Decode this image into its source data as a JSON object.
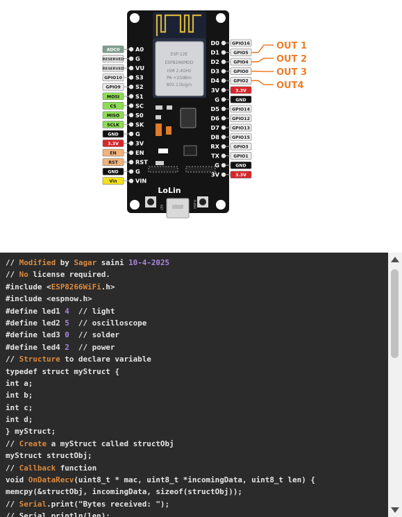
{
  "board": {
    "name": "LoLin",
    "module_text": [
      "ESP-12E",
      "ESP8266MOD",
      "ISM 2.4GHz",
      "PA +25dBm",
      "802.11b/g/n"
    ],
    "left_pins": [
      {
        "pin": "A0",
        "tag": "ADC0",
        "color": "#7f9f8f",
        "text": "#ffffff"
      },
      {
        "pin": "G",
        "tag": "RESERVED",
        "color": "#e8e8e8",
        "text": "#333333"
      },
      {
        "pin": "VU",
        "tag": "RESERVED",
        "color": "#e8e8e8",
        "text": "#333333"
      },
      {
        "pin": "S3",
        "tag": "GPIO10",
        "color": "#ececec",
        "text": "#222222"
      },
      {
        "pin": "S2",
        "tag": "GPIO9",
        "color": "#ececec",
        "text": "#222222"
      },
      {
        "pin": "S1",
        "tag": "MOSI",
        "color": "#8ddc54",
        "text": "#111111"
      },
      {
        "pin": "SC",
        "tag": "CS",
        "color": "#8ddc54",
        "text": "#111111"
      },
      {
        "pin": "S0",
        "tag": "MISO",
        "color": "#8ddc54",
        "text": "#111111"
      },
      {
        "pin": "SK",
        "tag": "SCLK",
        "color": "#8ddc54",
        "text": "#111111"
      },
      {
        "pin": "G",
        "tag": "GND",
        "color": "#111111",
        "text": "#ffffff"
      },
      {
        "pin": "3V",
        "tag": "3.3V",
        "color": "#d8252a",
        "text": "#ffffff"
      },
      {
        "pin": "EN",
        "tag": "EN",
        "color": "#f2b27a",
        "text": "#222222"
      },
      {
        "pin": "RST",
        "tag": "RST",
        "color": "#f2b27a",
        "text": "#222222"
      },
      {
        "pin": "G",
        "tag": "GND",
        "color": "#111111",
        "text": "#ffffff"
      },
      {
        "pin": "VIN",
        "tag": "Vin",
        "color": "#f5e11a",
        "text": "#222222"
      }
    ],
    "right_pins": [
      {
        "pin": "D0",
        "tag": "GPIO16",
        "color": "#ececec",
        "text": "#222222"
      },
      {
        "pin": "D1",
        "tag": "GPIO5",
        "color": "#ececec",
        "text": "#222222"
      },
      {
        "pin": "D2",
        "tag": "GPIO4",
        "color": "#ececec",
        "text": "#222222"
      },
      {
        "pin": "D3",
        "tag": "GPIO0",
        "color": "#ececec",
        "text": "#222222"
      },
      {
        "pin": "D4",
        "tag": "GPIO2",
        "color": "#ececec",
        "text": "#222222"
      },
      {
        "pin": "3V",
        "tag": "3.3V",
        "color": "#d8252a",
        "text": "#ffffff"
      },
      {
        "pin": "G",
        "tag": "GND",
        "color": "#111111",
        "text": "#ffffff"
      },
      {
        "pin": "D5",
        "tag": "GPIO14",
        "color": "#ececec",
        "text": "#222222"
      },
      {
        "pin": "D6",
        "tag": "GPIO12",
        "color": "#ececec",
        "text": "#222222"
      },
      {
        "pin": "D7",
        "tag": "GPIO13",
        "color": "#ececec",
        "text": "#222222"
      },
      {
        "pin": "D8",
        "tag": "GPIO15",
        "color": "#ececec",
        "text": "#222222"
      },
      {
        "pin": "RX",
        "tag": "GPIO3",
        "color": "#ececec",
        "text": "#222222"
      },
      {
        "pin": "TX",
        "tag": "GPIO1",
        "color": "#ececec",
        "text": "#222222"
      },
      {
        "pin": "G",
        "tag": "GND",
        "color": "#111111",
        "text": "#ffffff"
      },
      {
        "pin": "3V",
        "tag": "3.3V",
        "color": "#d8252a",
        "text": "#ffffff"
      }
    ],
    "outputs": [
      {
        "label": "OUT 1",
        "pin_index": 1
      },
      {
        "label": "OUT 2",
        "pin_index": 2
      },
      {
        "label": "OUT 3",
        "pin_index": 3
      },
      {
        "label": "OUT4",
        "pin_index": 4
      }
    ],
    "output_color": "#ef7d2a",
    "button_labels": [
      "RST",
      "FLASH"
    ]
  },
  "code": {
    "lines": [
      [
        [
          "c",
          "// "
        ],
        [
          "k",
          "Modified"
        ],
        [
          "c",
          " by "
        ],
        [
          "k",
          "Sagar"
        ],
        [
          "c",
          " saini "
        ],
        [
          "n",
          "10-4-2025"
        ]
      ],
      [
        [
          "c",
          "// "
        ],
        [
          "k",
          "No"
        ],
        [
          "c",
          " license required."
        ]
      ],
      [
        [
          "c",
          "#include <"
        ],
        [
          "k",
          "ESP8266WiFi"
        ],
        [
          "c",
          ".h>"
        ]
      ],
      [
        [
          "c",
          "#include <espnow.h>"
        ]
      ],
      [
        [
          "c",
          "#define led1 "
        ],
        [
          "n",
          "4"
        ],
        [
          "c",
          "  // light"
        ]
      ],
      [
        [
          "c",
          "#define led2 "
        ],
        [
          "n",
          "5"
        ],
        [
          "c",
          "  // oscilloscope"
        ]
      ],
      [
        [
          "c",
          "#define led3 "
        ],
        [
          "n",
          "0"
        ],
        [
          "c",
          "  // solder"
        ]
      ],
      [
        [
          "c",
          "#define led4 "
        ],
        [
          "n",
          "2"
        ],
        [
          "c",
          "  // power"
        ]
      ],
      [
        [
          "c",
          "// "
        ],
        [
          "k",
          "Structure"
        ],
        [
          "c",
          " to declare variable"
        ]
      ],
      [
        [
          "c",
          "typedef struct myStruct {"
        ]
      ],
      [
        [
          "c",
          "int a;"
        ]
      ],
      [
        [
          "c",
          "int b;"
        ]
      ],
      [
        [
          "c",
          "int c;"
        ]
      ],
      [
        [
          "c",
          "int d;"
        ]
      ],
      [
        [
          "c",
          "} myStruct;"
        ]
      ],
      [
        [
          "c",
          "// "
        ],
        [
          "k",
          "Create"
        ],
        [
          "c",
          " a myStruct called structObj"
        ]
      ],
      [
        [
          "c",
          "myStruct structObj;"
        ]
      ],
      [
        [
          "c",
          "// "
        ],
        [
          "k",
          "Callback"
        ],
        [
          "c",
          " function"
        ]
      ],
      [
        [
          "c",
          "void "
        ],
        [
          "k",
          "OnDataRecv"
        ],
        [
          "c",
          "(uint8_t * mac, uint8_t *incomingData, uint8_t len) {"
        ]
      ],
      [
        [
          "c",
          "memcpy(&structObj, incomingData, sizeof(structObj));"
        ]
      ],
      [
        [
          "c",
          "// "
        ],
        [
          "k",
          "Serial"
        ],
        [
          "c",
          ".print(\"Bytes received: \");"
        ]
      ],
      [
        [
          "c",
          "// Serial.println(len);"
        ]
      ]
    ]
  }
}
